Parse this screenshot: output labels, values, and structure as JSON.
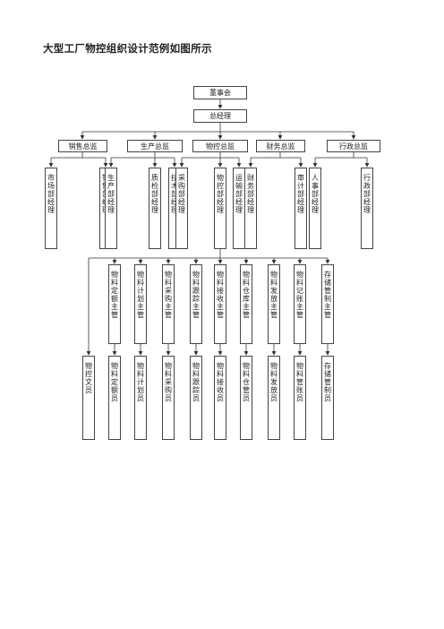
{
  "title": "大型工厂物控组织设计范例如图所示",
  "board": "董事会",
  "gm": "总经理",
  "directors": [
    "销售总监",
    "生产总监",
    "物控总监",
    "财务总监",
    "行政总监"
  ],
  "managers": {
    "sales": [
      "市场部经理",
      "销售部经理"
    ],
    "production": [
      "生产部经理",
      "质检部经理",
      "技术部经理"
    ],
    "material": [
      "采购部经理",
      "物控部经理",
      "运输部经理"
    ],
    "finance": [
      "财务部经理",
      "审计部经理"
    ],
    "admin": [
      "人事部经理",
      "行政部经理"
    ]
  },
  "supervisors": [
    "物料定额主管",
    "物料计划主管",
    "物料采购主管",
    "物料跟踪主管",
    "物料接收主管",
    "物料仓库主管",
    "物料发放主管",
    "物料记账主管",
    "存储管制主管"
  ],
  "staff": [
    "物控文员",
    "物料定额员",
    "物料计划员",
    "物料采购员",
    "物料跟踪员",
    "物料接收员",
    "物料仓管员",
    "物料发放员",
    "物料管账员",
    "存储管制员"
  ]
}
